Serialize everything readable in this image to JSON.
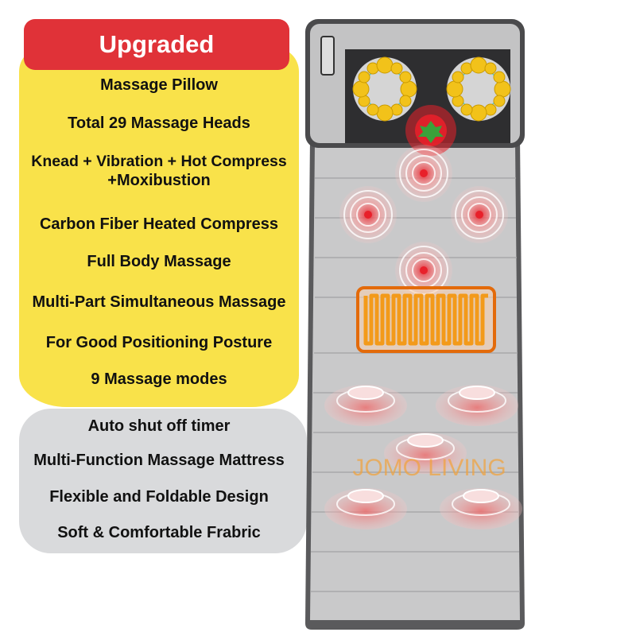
{
  "badge": "Upgraded",
  "features_yellow": [
    "Massage Pillow",
    "Total 29 Massage Heads",
    "Knead + Vibration + Hot Compress",
    "+Moxibustion",
    "Carbon Fiber Heated Compress",
    "Full Body Massage",
    "Multi-Part Simultaneous Massage",
    "For Good Positioning Posture",
    "9 Massage modes"
  ],
  "features_gray": [
    "Auto shut off timer",
    "Multi-Function Massage Mattress",
    "Flexible and Foldable Design",
    "Soft & Comfortable Frabric"
  ],
  "watermark": "JOMO LIVING",
  "colors": {
    "badge": "#e03238",
    "yellow_panel": "#f9e24a",
    "gray_panel": "#d9dadc",
    "heat": "#e8202a",
    "heater": "#f39a1a"
  }
}
